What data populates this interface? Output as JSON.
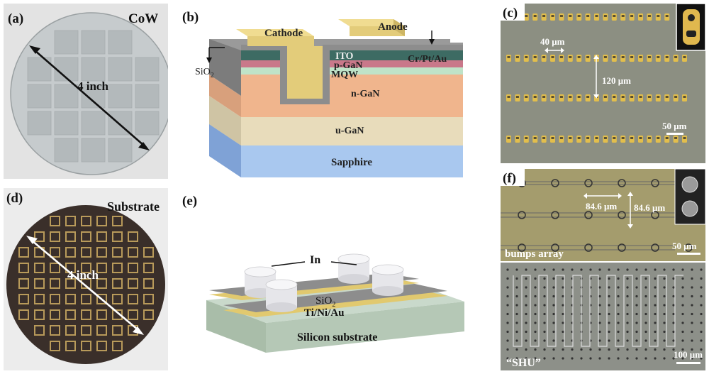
{
  "figure": {
    "panel_a": {
      "label": "(a)",
      "title": "CoW",
      "diameter": "4 inch"
    },
    "panel_b": {
      "label": "(b)",
      "cathode": "Cathode",
      "anode": "Anode",
      "ito": "ITO",
      "pgan": "p-GaN",
      "mqw": "MQW",
      "ngan": "n-GaN",
      "ugan": "u-GaN",
      "sapphire": "Sapphire",
      "sio2": "SiO",
      "sio2_sub": "2",
      "metal": "Cr/Pt/Au"
    },
    "panel_c": {
      "label": "(c)",
      "pitch_x": "40 μm",
      "pitch_y": "120 μm",
      "scale": "50 μm"
    },
    "panel_d": {
      "label": "(d)",
      "title": "Substrate",
      "diameter": "4 inch"
    },
    "panel_e": {
      "label": "(e)",
      "indium": "In",
      "sio2": "SiO",
      "sio2_sub": "2",
      "metal": "Ti/Ni/Au",
      "substrate": "Silicon substrate"
    },
    "panel_f": {
      "label": "(f)",
      "pitch_x": "84.6 μm",
      "pitch_y": "84.6 μm",
      "bumps": "bumps array",
      "scale_top": "50 μm",
      "shu": "“SHU”",
      "scale_bottom": "100 μm"
    }
  },
  "colors": {
    "electrode": "#e3cc7a",
    "ito": "#3d6b63",
    "pgan": "#c9788a",
    "mqw": "#bfe3c8",
    "ngan": "#f0b58d",
    "ugan": "#e8dcbb",
    "sapphire": "#a9c8ef",
    "sio2": "#8d8d8d",
    "chip_bg": "#8c8f82",
    "bump_bg": "#a49c6d",
    "wafer_dark": "#3a2f2a"
  }
}
